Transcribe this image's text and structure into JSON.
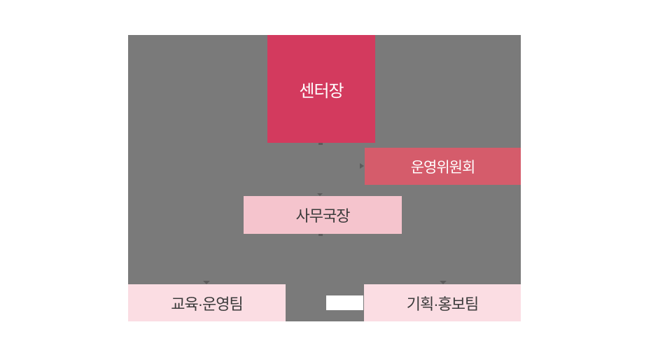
{
  "org_chart": {
    "nodes": [
      {
        "id": "center-director",
        "label": "센터장"
      },
      {
        "id": "steering-committee",
        "label": "운영위원회"
      },
      {
        "id": "secretary-general",
        "label": "사무국장"
      },
      {
        "id": "education-operations-team",
        "label": "교육·운영팀"
      },
      {
        "id": "planning-pr-team",
        "label": "기획·홍보팀"
      }
    ],
    "colors": {
      "panel_gray": "#7a7a7a",
      "center_director": "#d33a5e",
      "steering_committee": "#d55c6b",
      "secretary_general": "#f5c4cd",
      "team_box": "#fbdde3",
      "text_light": "#ffffff",
      "text_dark": "#3b3b3b",
      "connector": "#5c5c5c",
      "page_background": "#ffffff"
    }
  }
}
